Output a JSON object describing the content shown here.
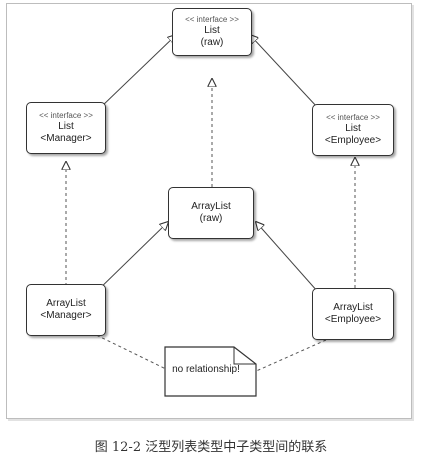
{
  "nodes": {
    "list_raw": {
      "stereotype": "<< interface >>",
      "name": "List",
      "param": "(raw)"
    },
    "list_manager": {
      "stereotype": "<< interface >>",
      "name": "List",
      "param": "<Manager>"
    },
    "list_employee": {
      "stereotype": "<< interface >>",
      "name": "List",
      "param": "<Employee>"
    },
    "arraylist_raw": {
      "name": "ArrayList",
      "param": "(raw)"
    },
    "arraylist_manager": {
      "name": "ArrayList",
      "param": "<Manager>"
    },
    "arraylist_employee": {
      "name": "ArrayList",
      "param": "<Employee>"
    }
  },
  "note": {
    "text": "no relationship!"
  },
  "caption": "图 12-2   泛型列表类型中子类型间的联系"
}
